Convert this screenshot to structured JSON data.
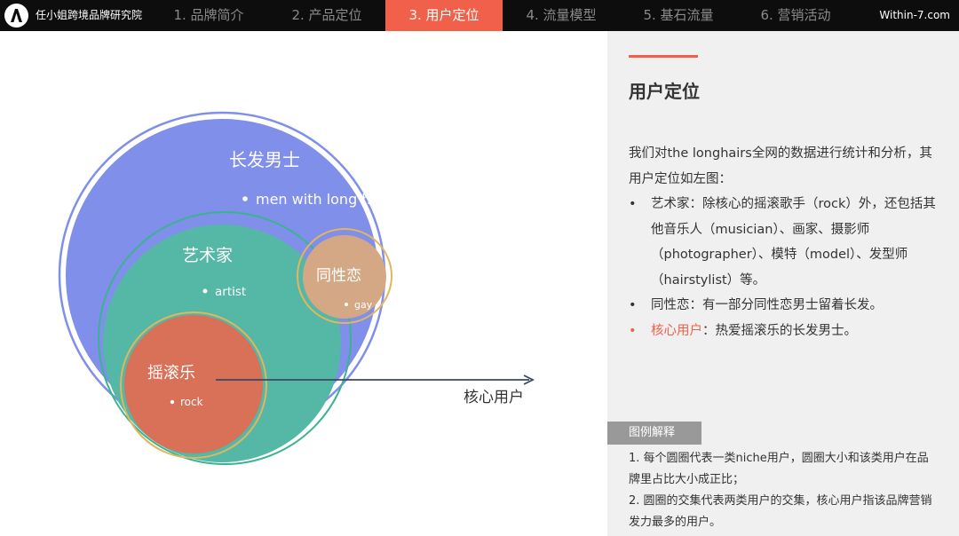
{
  "header": {
    "brand": "任小姐跨境品牌研究院",
    "tabs": [
      {
        "label": "1. 品牌简介",
        "active": false
      },
      {
        "label": "2. 产品定位",
        "active": false
      },
      {
        "label": "3. 用户定位",
        "active": true
      },
      {
        "label": "4. 流量模型",
        "active": false
      },
      {
        "label": "5. 基石流量",
        "active": false
      },
      {
        "label": "6. 营销活动",
        "active": false
      }
    ],
    "site": "Within-7.com"
  },
  "diagram": {
    "circles": [
      {
        "title": "长发男士",
        "tag": "men with long hair",
        "color": "#7f8fea"
      },
      {
        "title": "艺术家",
        "tag": "artist",
        "color": "#55b7a6"
      },
      {
        "title": "同性恋",
        "tag": "gay",
        "color": "#d4a884"
      },
      {
        "title": "摇滚乐",
        "tag": "rock",
        "color": "#d97058"
      }
    ],
    "arrow_label": "核心用户"
  },
  "panel": {
    "title": "用户定位",
    "intro": "我们对the longhairs全网的数据进行统计和分析，其用户定位如左图：",
    "bullets": [
      {
        "dot": "•",
        "label": "艺术家：",
        "text": "除核心的摇滚歌手（rock）外，还包括其他音乐人（musician）、画家、摄影师（photographer）、模特（model）、发型师（hairstylist）等。",
        "core": false
      },
      {
        "dot": "•",
        "label": "同性恋：",
        "text": "有一部分同性恋男士留着长发。",
        "core": false
      },
      {
        "dot": "•",
        "label": "核心用户",
        "text": "：热爱摇滚乐的长发男士。",
        "core": true
      }
    ],
    "legend": {
      "tag": "图例解释",
      "items": [
        "1. 每个圆圈代表一类niche用户，圆圈大小和该类用户在品牌里占比大小成正比；",
        "2. 圆圈的交集代表两类用户的交集，核心用户指该品牌营销发力最多的用户。"
      ]
    }
  },
  "colors": {
    "accent": "#f0604a",
    "topbar": "#0d0d0d",
    "panel": "#f0f0f0"
  }
}
